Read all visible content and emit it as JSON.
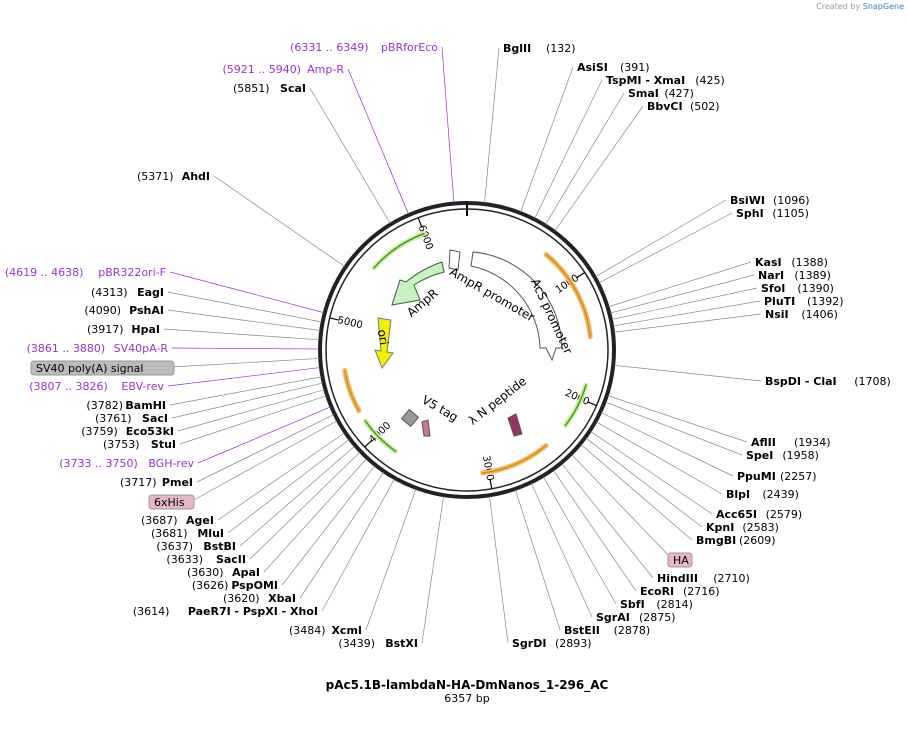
{
  "credit": {
    "prefix": "Created by",
    "brand": "SnapGene"
  },
  "title": "pAc5.1B-lambdaN-HA-DmNanos_1-296_AC",
  "subtitle": "6357 bp",
  "total_bp": 6357,
  "ticks": [
    "1000",
    "2000",
    "3000",
    "4000",
    "5000",
    "6000"
  ],
  "features": [
    {
      "name": "AmpR",
      "color": "#c8f0c0"
    },
    {
      "name": "AmpR promoter",
      "color": "#ffffff"
    },
    {
      "name": "AcS promoter",
      "color": "#ffffff"
    },
    {
      "name": "ori",
      "color": "#f0f000"
    },
    {
      "name": "V5 tag",
      "color": "#999999"
    },
    {
      "name": "λ N peptide",
      "color": "#993366"
    }
  ],
  "left_labels": [
    {
      "pos": "(6331 .. 6349)",
      "name": "pBRforEco",
      "style": "primer"
    },
    {
      "pos": "(5921 .. 5940)",
      "name": "Amp-R",
      "style": "primer"
    },
    {
      "pos": "(5851)",
      "name": "ScaI",
      "style": "site"
    },
    {
      "pos": "(5371)",
      "name": "AhdI",
      "style": "site"
    },
    {
      "pos": "(4619 .. 4638)",
      "name": "pBR322ori-F",
      "style": "primer"
    },
    {
      "pos": "(4313)",
      "name": "EagI",
      "style": "site"
    },
    {
      "pos": "(4090)",
      "name": "PshAI",
      "style": "site"
    },
    {
      "pos": "(3917)",
      "name": "HpaI",
      "style": "site"
    },
    {
      "pos": "(3861 .. 3880)",
      "name": "SV40pA-R",
      "style": "primer"
    },
    {
      "pos": "",
      "name": "SV40 poly(A) signal",
      "style": "box-gray"
    },
    {
      "pos": "(3807 .. 3826)",
      "name": "EBV-rev",
      "style": "primer"
    },
    {
      "pos": "(3782)",
      "name": "BamHI",
      "style": "site"
    },
    {
      "pos": "(3761)",
      "name": "SacI",
      "style": "site"
    },
    {
      "pos": "(3759)",
      "name": "Eco53kI",
      "style": "site"
    },
    {
      "pos": "(3753)",
      "name": "StuI",
      "style": "site"
    },
    {
      "pos": "(3733 .. 3750)",
      "name": "BGH-rev",
      "style": "primer"
    },
    {
      "pos": "(3717)",
      "name": "PmeI",
      "style": "site"
    },
    {
      "pos": "",
      "name": "6xHis",
      "style": "box-pink"
    },
    {
      "pos": "(3687)",
      "name": "AgeI",
      "style": "site"
    },
    {
      "pos": "(3681)",
      "name": "MluI",
      "style": "site"
    },
    {
      "pos": "(3637)",
      "name": "BstBI",
      "style": "site"
    },
    {
      "pos": "(3633)",
      "name": "SacII",
      "style": "site"
    },
    {
      "pos": "(3630)",
      "name": "ApaI",
      "style": "site"
    },
    {
      "pos": "(3626)",
      "name": "PspOMI",
      "style": "site"
    },
    {
      "pos": "(3620)",
      "name": "XbaI",
      "style": "site"
    },
    {
      "pos": "(3614)",
      "name": "PaeR7I - PspXI - XhoI",
      "style": "site"
    },
    {
      "pos": "(3484)",
      "name": "XcmI",
      "style": "site"
    },
    {
      "pos": "(3439)",
      "name": "BstXI",
      "style": "site"
    }
  ],
  "right_labels": [
    {
      "pos": "(132)",
      "name": "BglII",
      "style": "site"
    },
    {
      "pos": "(391)",
      "name": "AsiSI",
      "style": "site"
    },
    {
      "pos": "(425)",
      "name": "TspMI - XmaI",
      "style": "site"
    },
    {
      "pos": "(427)",
      "name": "SmaI",
      "style": "site"
    },
    {
      "pos": "(502)",
      "name": "BbvCI",
      "style": "site"
    },
    {
      "pos": "(1096)",
      "name": "BsiWI",
      "style": "site"
    },
    {
      "pos": "(1105)",
      "name": "SphI",
      "style": "site"
    },
    {
      "pos": "(1388)",
      "name": "KasI",
      "style": "site"
    },
    {
      "pos": "(1389)",
      "name": "NarI",
      "style": "site"
    },
    {
      "pos": "(1390)",
      "name": "SfoI",
      "style": "site"
    },
    {
      "pos": "(1392)",
      "name": "PluTI",
      "style": "site"
    },
    {
      "pos": "(1406)",
      "name": "NsiI",
      "style": "site"
    },
    {
      "pos": "(1708)",
      "name": "BspDI - ClaI",
      "style": "site"
    },
    {
      "pos": "(1934)",
      "name": "AflII",
      "style": "site"
    },
    {
      "pos": "(1958)",
      "name": "SpeI",
      "style": "site"
    },
    {
      "pos": "(2257)",
      "name": "PpuMI",
      "style": "site"
    },
    {
      "pos": "(2439)",
      "name": "BlpI",
      "style": "site"
    },
    {
      "pos": "(2579)",
      "name": "Acc65I",
      "style": "site"
    },
    {
      "pos": "(2583)",
      "name": "KpnI",
      "style": "site"
    },
    {
      "pos": "(2609)",
      "name": "BmgBI",
      "style": "site"
    },
    {
      "pos": "",
      "name": "HA",
      "style": "box-pink"
    },
    {
      "pos": "(2710)",
      "name": "HindIII",
      "style": "site"
    },
    {
      "pos": "(2716)",
      "name": "EcoRI",
      "style": "site"
    },
    {
      "pos": "(2814)",
      "name": "SbfI",
      "style": "site"
    },
    {
      "pos": "(2875)",
      "name": "SgrAI",
      "style": "site"
    },
    {
      "pos": "(2878)",
      "name": "BstEII",
      "style": "site"
    },
    {
      "pos": "(2893)",
      "name": "SgrDI",
      "style": "site"
    }
  ]
}
